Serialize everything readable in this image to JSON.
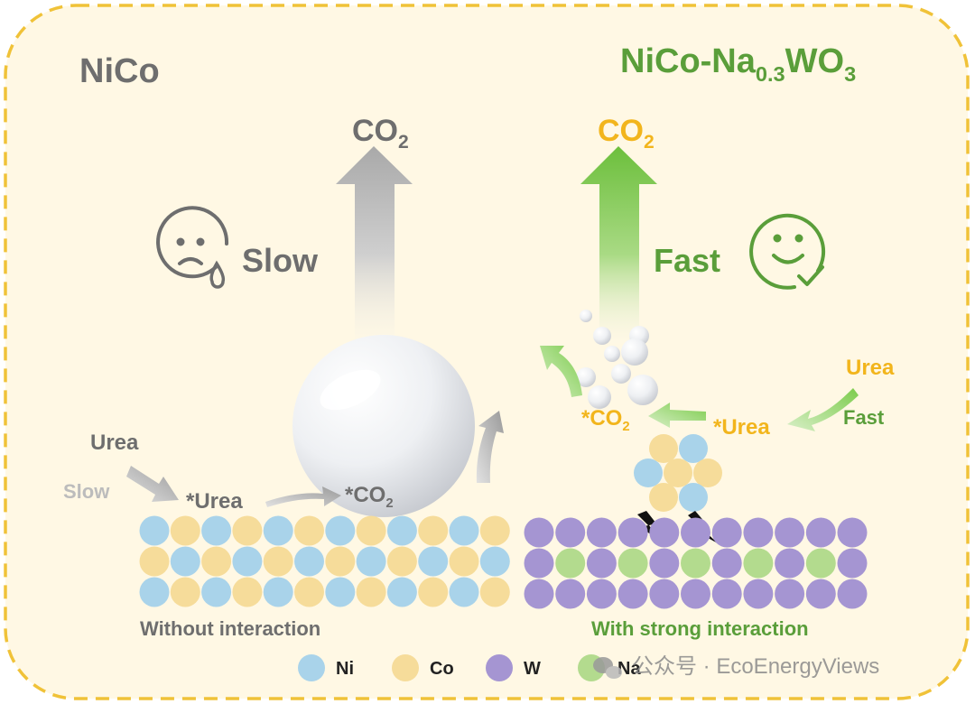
{
  "panels": {
    "left": {
      "title": "NiCo",
      "product": {
        "main": "CO",
        "subscript": "2"
      },
      "rate": "Slow",
      "reactant": "Urea",
      "reactant_rate": "Slow",
      "adsorbed_reactant": "*Urea",
      "adsorbed_product": {
        "main": "*CO",
        "subscript": "2"
      },
      "caption": "Without interaction",
      "emotion_icon": "sad-face-icon"
    },
    "right": {
      "title": {
        "part1": "NiCo-Na",
        "sub1": "0.3",
        "part2": "WO",
        "sub2": "3"
      },
      "product": {
        "main": "CO",
        "subscript": "2"
      },
      "rate": "Fast",
      "reactant": "Urea",
      "reactant_rate": "Fast",
      "adsorbed_reactant": "*Urea",
      "adsorbed_product": {
        "main": "*CO",
        "subscript": "2"
      },
      "caption": "With strong interaction",
      "emotion_icon": "happy-face-check-icon"
    }
  },
  "legend": [
    {
      "label": "Ni",
      "color": "#a9d3ea"
    },
    {
      "label": "Co",
      "color": "#f6dc9a"
    },
    {
      "label": "W",
      "color": "#a595d2"
    },
    {
      "label": "Na",
      "color": "#b3db8e"
    }
  ],
  "watermark": "公众号 · EcoEnergyViews",
  "colors": {
    "gray_text": "#6e6e6e",
    "green_text": "#5a9e3a",
    "orange_text": "#f2b51c",
    "border": "#f0c238",
    "background": "#fff8e4"
  }
}
